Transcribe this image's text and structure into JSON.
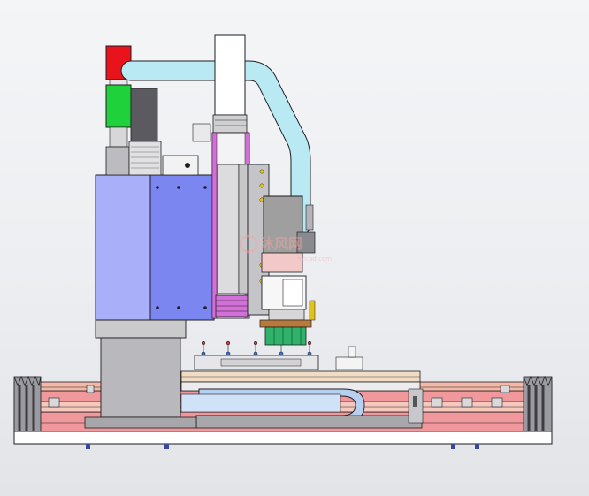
{
  "image": {
    "subject": "cad-render-gantry-machine"
  },
  "watermark": {
    "brand": "沐风网",
    "domain": "mfcad.com"
  },
  "colors": {
    "background": "#eceef1",
    "column_blue": "#7b86f0",
    "column_side": "#a9aff8",
    "frame_grey": "#b9b9bd",
    "light_tower_red": "#e8131b",
    "light_tower_green": "#1fd23c",
    "duct_cyan": "#b9e9f3",
    "rail_pink": "#f0989b",
    "rail_salmon": "#f4b8a7",
    "slide_magenta": "#d36fd8",
    "spindle_grey": "#9f9f9f",
    "chuck_green": "#2fb36a",
    "cable_chain_blue": "#b7d0f1",
    "table_beige": "#f2dcc3",
    "outline": "#1e1e22"
  }
}
